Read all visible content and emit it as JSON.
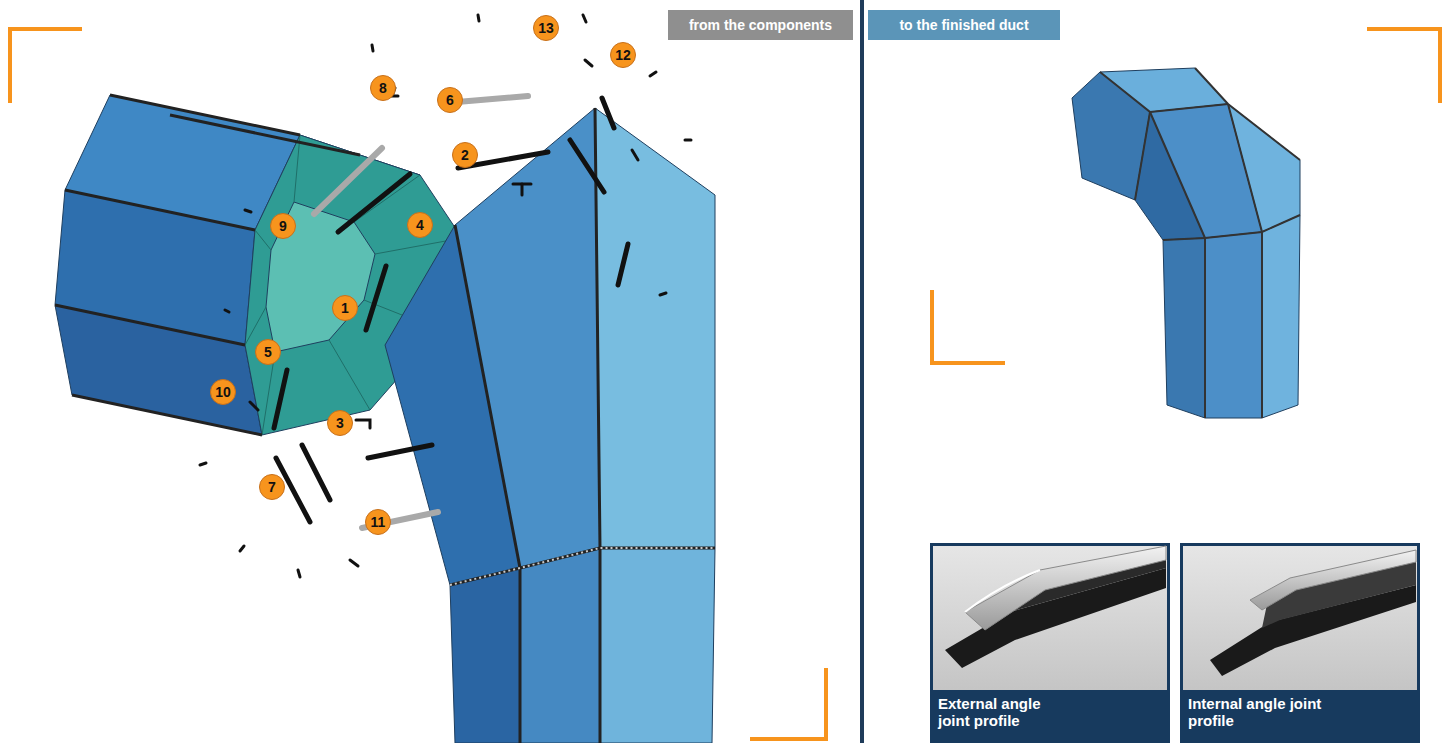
{
  "diagram": {
    "nodes": [
      {
        "text": [
          "from the components"
        ]
      },
      {
        "text": [
          "to the finished duct"
        ]
      },
      {
        "text": [
          "External angle joint profile"
        ]
      },
      {
        "text": [
          "Internal angle joint profile"
        ]
      }
    ],
    "labels": [
      "1",
      "2",
      "3",
      "4",
      "5",
      "6",
      "7",
      "8",
      "9",
      "10",
      "11",
      "12",
      "13"
    ]
  }
}
